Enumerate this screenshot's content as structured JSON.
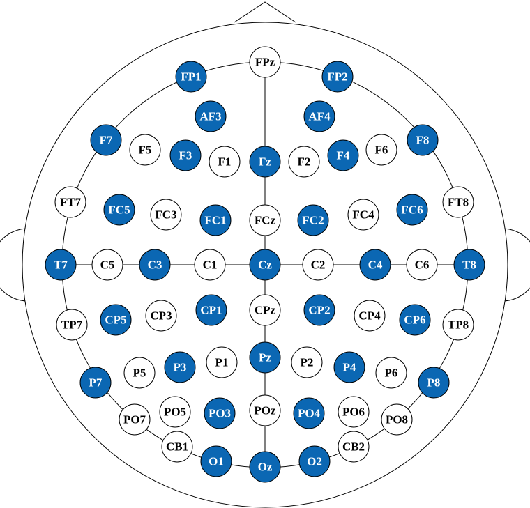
{
  "colors": {
    "selected_fill": "#0b67b3",
    "selected_text": "#ffffff",
    "plain_fill": "#ffffff",
    "plain_text": "#000000",
    "outline": "#000000"
  },
  "electrodes": [
    {
      "label": "FPz",
      "selected": false
    },
    {
      "label": "FP1",
      "selected": true
    },
    {
      "label": "FP2",
      "selected": true
    },
    {
      "label": "AF3",
      "selected": true
    },
    {
      "label": "AF4",
      "selected": true
    },
    {
      "label": "F7",
      "selected": true
    },
    {
      "label": "F5",
      "selected": false
    },
    {
      "label": "F3",
      "selected": true
    },
    {
      "label": "F1",
      "selected": false
    },
    {
      "label": "Fz",
      "selected": true
    },
    {
      "label": "F2",
      "selected": false
    },
    {
      "label": "F4",
      "selected": true
    },
    {
      "label": "F6",
      "selected": false
    },
    {
      "label": "F8",
      "selected": true
    },
    {
      "label": "FT7",
      "selected": false
    },
    {
      "label": "FC5",
      "selected": true
    },
    {
      "label": "FC3",
      "selected": false
    },
    {
      "label": "FC1",
      "selected": true
    },
    {
      "label": "FCz",
      "selected": false
    },
    {
      "label": "FC2",
      "selected": true
    },
    {
      "label": "FC4",
      "selected": false
    },
    {
      "label": "FC6",
      "selected": true
    },
    {
      "label": "FT8",
      "selected": false
    },
    {
      "label": "T7",
      "selected": true
    },
    {
      "label": "C5",
      "selected": false
    },
    {
      "label": "C3",
      "selected": true
    },
    {
      "label": "C1",
      "selected": false
    },
    {
      "label": "Cz",
      "selected": true
    },
    {
      "label": "C2",
      "selected": false
    },
    {
      "label": "C4",
      "selected": true
    },
    {
      "label": "C6",
      "selected": false
    },
    {
      "label": "T8",
      "selected": true
    },
    {
      "label": "TP7",
      "selected": false
    },
    {
      "label": "CP5",
      "selected": true
    },
    {
      "label": "CP3",
      "selected": false
    },
    {
      "label": "CP1",
      "selected": true
    },
    {
      "label": "CPz",
      "selected": false
    },
    {
      "label": "CP2",
      "selected": true
    },
    {
      "label": "CP4",
      "selected": false
    },
    {
      "label": "CP6",
      "selected": true
    },
    {
      "label": "TP8",
      "selected": false
    },
    {
      "label": "P7",
      "selected": true
    },
    {
      "label": "P5",
      "selected": false
    },
    {
      "label": "P3",
      "selected": true
    },
    {
      "label": "P1",
      "selected": false
    },
    {
      "label": "Pz",
      "selected": true
    },
    {
      "label": "P2",
      "selected": false
    },
    {
      "label": "P4",
      "selected": true
    },
    {
      "label": "P6",
      "selected": false
    },
    {
      "label": "P8",
      "selected": true
    },
    {
      "label": "PO7",
      "selected": false
    },
    {
      "label": "PO5",
      "selected": false
    },
    {
      "label": "PO3",
      "selected": true
    },
    {
      "label": "POz",
      "selected": false
    },
    {
      "label": "PO4",
      "selected": true
    },
    {
      "label": "PO6",
      "selected": false
    },
    {
      "label": "PO8",
      "selected": false
    },
    {
      "label": "CB1",
      "selected": false
    },
    {
      "label": "O1",
      "selected": true
    },
    {
      "label": "Oz",
      "selected": true
    },
    {
      "label": "O2",
      "selected": true
    },
    {
      "label": "CB2",
      "selected": false
    }
  ]
}
